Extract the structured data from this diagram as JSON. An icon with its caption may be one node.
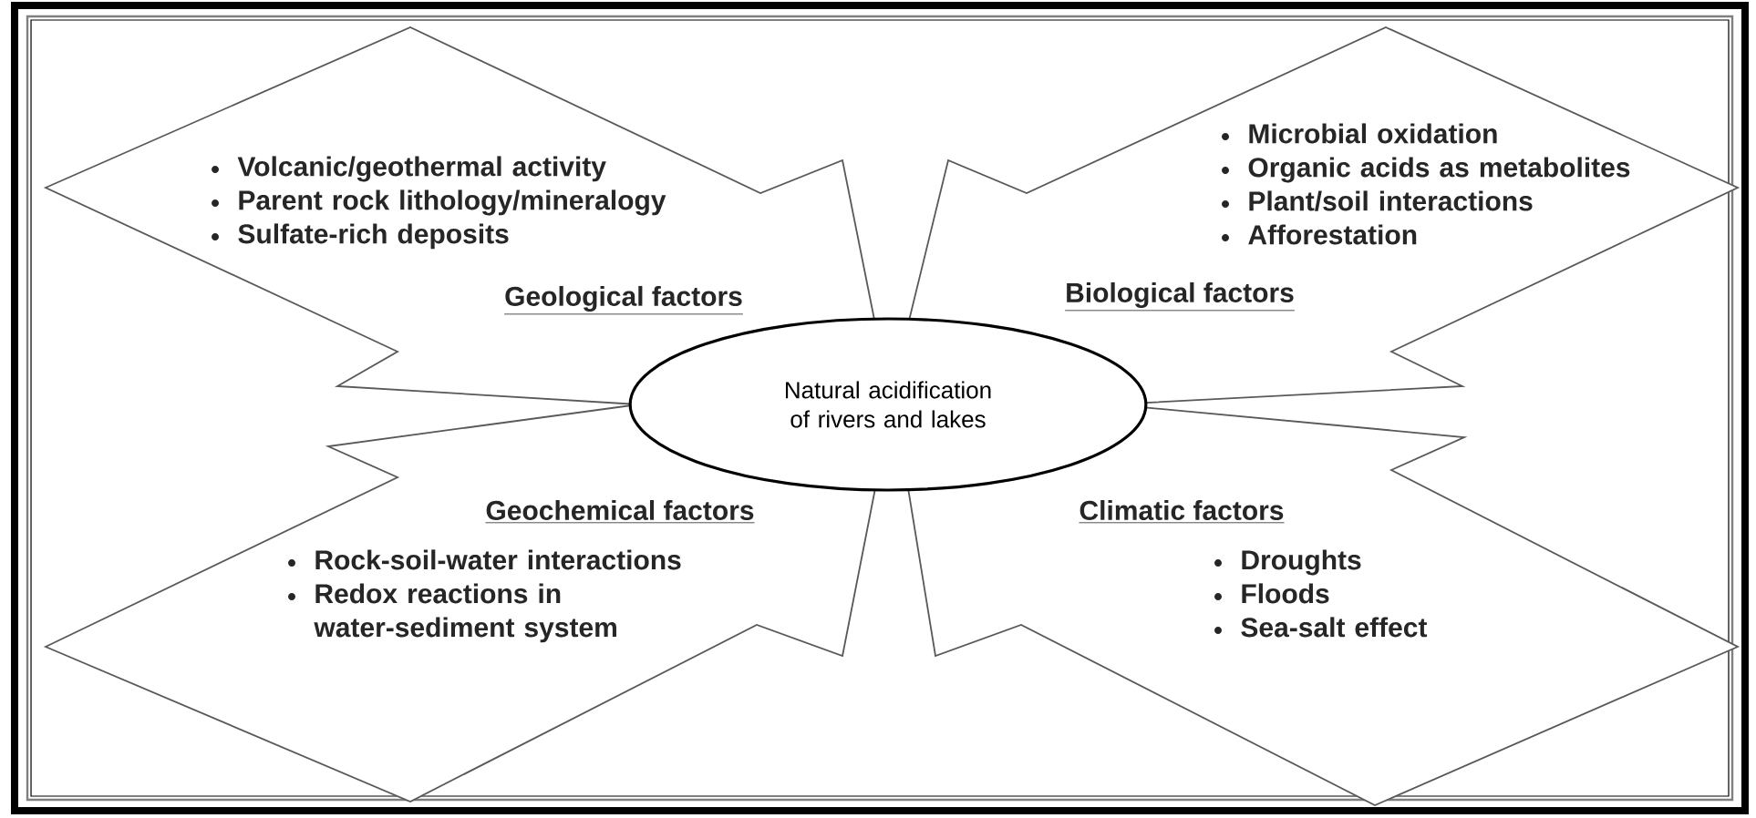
{
  "diagram": {
    "nodes": [
      {
        "text": [
          "Natural acidification of rivers and lakes"
        ]
      },
      {
        "text": [
          "Volcanic/geothermal activity",
          "Parent rock lithology/mineralogy",
          "Sulfate-rich deposits",
          "Geological factors"
        ]
      },
      {
        "text": [
          "Microbial oxidation",
          "Organic acids as metabolites",
          "Plant/soil interactions",
          "Afforestation",
          "Biological factors"
        ]
      },
      {
        "text": [
          "Geochemical factors",
          "Rock-soil-water interactions",
          "Redox reactions in water-sediment system"
        ]
      },
      {
        "text": [
          "Climatic factors",
          "Droughts",
          "Floods",
          "Sea-salt effect"
        ]
      }
    ]
  }
}
